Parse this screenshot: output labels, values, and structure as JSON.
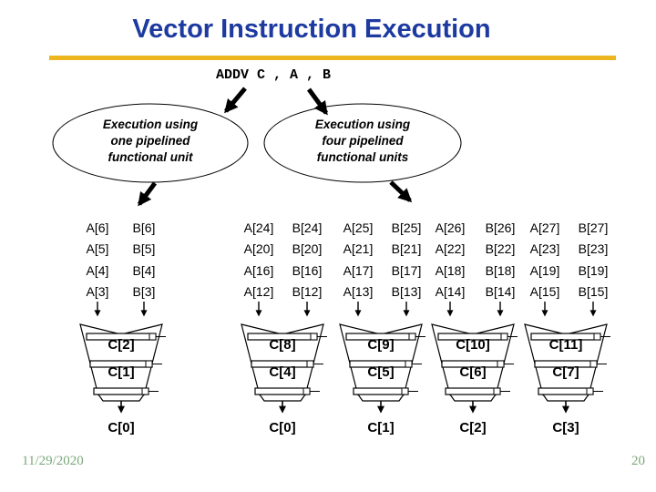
{
  "slide": {
    "title": "Vector Instruction Execution",
    "instruction": "ADDV C , A , B",
    "footer": {
      "date": "11/29/2020",
      "page": "20"
    }
  },
  "bubbles": [
    {
      "lines": [
        "Execution using",
        "one pipelined",
        "functional unit"
      ]
    },
    {
      "lines": [
        "Execution using",
        "four pipelined",
        "functional units"
      ]
    }
  ],
  "units": [
    {
      "name": "one-pipeline-unit",
      "a": [
        "A[6]",
        "A[5]",
        "A[4]",
        "A[3]"
      ],
      "b": [
        "B[6]",
        "B[5]",
        "B[4]",
        "B[3]"
      ],
      "stages": [
        "C[2]",
        "C[1]"
      ],
      "output": "C[0]"
    },
    {
      "name": "four-pipeline-unit-1",
      "a": [
        "A[24]",
        "A[20]",
        "A[16]",
        "A[12]"
      ],
      "b": [
        "B[24]",
        "B[20]",
        "B[16]",
        "B[12]"
      ],
      "stages": [
        "C[8]",
        "C[4]"
      ],
      "output": "C[0]"
    },
    {
      "name": "four-pipeline-unit-2",
      "a": [
        "A[25]",
        "A[21]",
        "A[17]",
        "A[13]"
      ],
      "b": [
        "B[25]",
        "B[21]",
        "B[17]",
        "B[13]"
      ],
      "stages": [
        "C[9]",
        "C[5]"
      ],
      "output": "C[1]"
    },
    {
      "name": "four-pipeline-unit-3",
      "a": [
        "A[26]",
        "A[22]",
        "A[18]",
        "A[14]"
      ],
      "b": [
        "B[26]",
        "B[22]",
        "B[18]",
        "B[14]"
      ],
      "stages": [
        "C[10]",
        "C[6]"
      ],
      "output": "C[2]"
    },
    {
      "name": "four-pipeline-unit-4",
      "a": [
        "A[27]",
        "A[23]",
        "A[19]",
        "A[15]"
      ],
      "b": [
        "B[27]",
        "B[23]",
        "B[19]",
        "B[15]"
      ],
      "stages": [
        "C[11]",
        "C[7]"
      ],
      "output": "C[3]"
    }
  ],
  "colors": {
    "title": "#1d3aa0",
    "rule": "#edb51e",
    "footer_green": "#7aa87a",
    "ink": "#000000"
  }
}
